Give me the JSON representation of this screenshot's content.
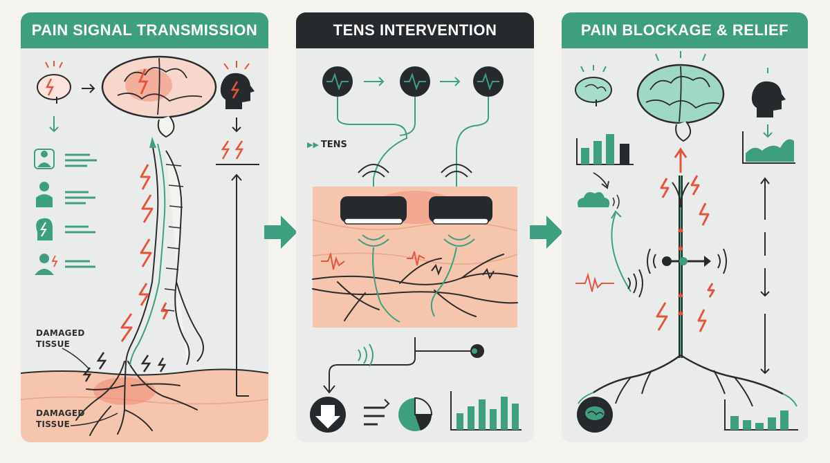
{
  "panels": [
    {
      "title": "PAIN SIGNAL TRANSMISSION",
      "labels": [
        {
          "line1": "DAMAGED",
          "line2": "TISSUE"
        },
        {
          "line1": "DAMAGED",
          "line2": "TISSUE"
        }
      ]
    },
    {
      "title": "TENS INTERVENTION",
      "device_tag": "TENS"
    },
    {
      "title": "PAIN BLOCKAGE & RELIEF"
    }
  ],
  "colors": {
    "teal": "#3e9f80",
    "dark": "#272a2c",
    "pain_red": "#e8533c",
    "tissue": "#f6c5ad",
    "panel_bg": "#e9ecea"
  },
  "icons": [
    "brain-icon",
    "head-profile-icon",
    "person-icon",
    "lightning-icon",
    "waveform-icon",
    "electrode-pad-icon",
    "bar-chart-icon",
    "pie-chart-icon",
    "cloud-icon",
    "down-arrow-icon"
  ]
}
